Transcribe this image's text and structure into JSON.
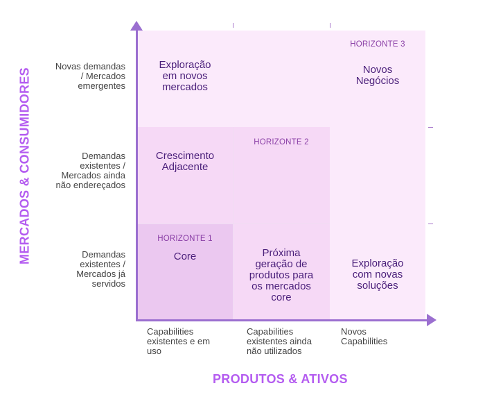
{
  "y_axis": {
    "title": "MERCADOS & CONSUMIDORES",
    "rows": [
      {
        "label": "Novas demandas\n/ Mercados\nemergentes"
      },
      {
        "label": "Demandas\nexistentes /\nMercados ainda\nnão endereçados"
      },
      {
        "label": "Demandas\nexistentes /\nMercados já\nservidos"
      }
    ]
  },
  "x_axis": {
    "title": "PRODUTOS & ATIVOS",
    "columns": [
      {
        "label": "Capabilities\nexistentes e em\nuso"
      },
      {
        "label": "Capabilities\nexistentes ainda\nnão utilizados"
      },
      {
        "label": "Novos\nCapabilities"
      }
    ]
  },
  "horizons": {
    "h1": "HORIZONTE 1",
    "h2": "HORIZONTE 2",
    "h3": "HORIZONTE 3"
  },
  "cells": {
    "top_left": "Exploração\nem novos\nmercados",
    "top_right": "Novos\nNegócios",
    "mid_left": "Crescimento\nAdjacente",
    "bottom_left": "Core",
    "bottom_mid": "Próxima\ngeração de\nprodutos para\nos mercados\ncore",
    "bottom_right": "Exploração\ncom novas\nsoluções"
  },
  "colors": {
    "horizon_3": "#fbeafb",
    "horizon_2": "#f6d9f6",
    "horizon_1": "#ebc8f0",
    "axis": "#9b6fd0",
    "axis_title": "#b45cf0",
    "cell_text": "#4a1f7a"
  }
}
